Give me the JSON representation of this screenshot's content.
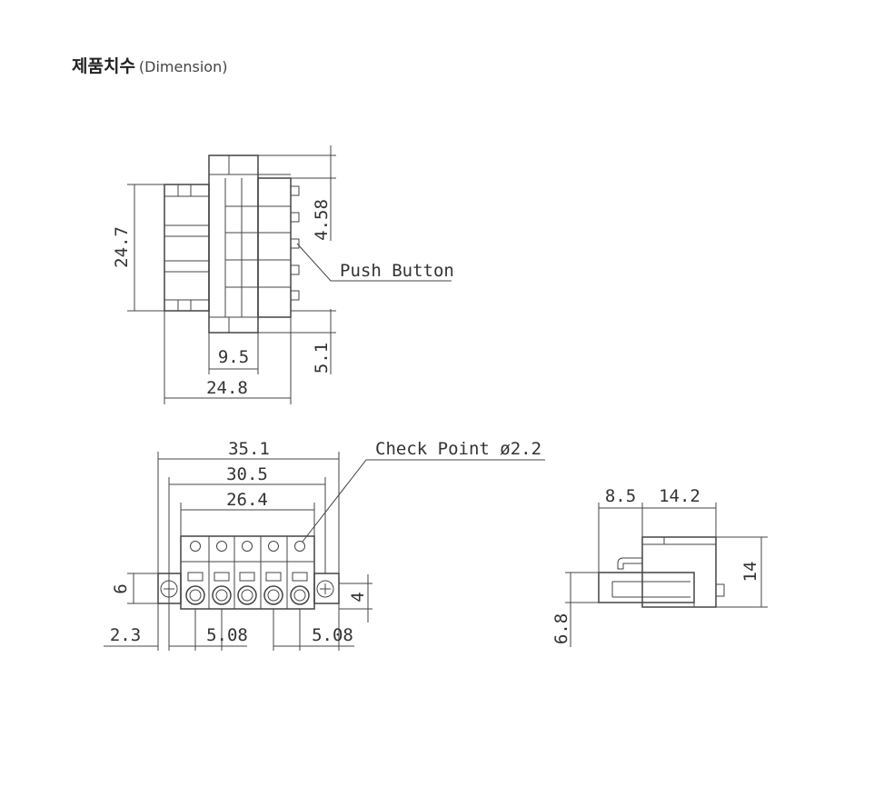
{
  "title": {
    "korean": "제품치수",
    "english": "(Dimension)"
  },
  "top_view": {
    "height_dim": "24.7",
    "pitch_dim": "4.58",
    "push_button_label": "Push Button",
    "width_9_5": "9.5",
    "width_24_8": "24.8",
    "offset_5_1": "5.1"
  },
  "front_view": {
    "dim_35_1": "35.1",
    "dim_30_5": "30.5",
    "dim_26_4": "26.4",
    "check_point_label": "Check Point ø2.2",
    "dim_6": "6",
    "dim_4": "4",
    "dim_2_3": "2.3",
    "dim_5_08_left": "5.08",
    "dim_5_08_right": "5.08"
  },
  "side_view": {
    "dim_8_5": "8.5",
    "dim_14_2": "14.2",
    "dim_14": "14",
    "dim_6_8": "6.8"
  }
}
